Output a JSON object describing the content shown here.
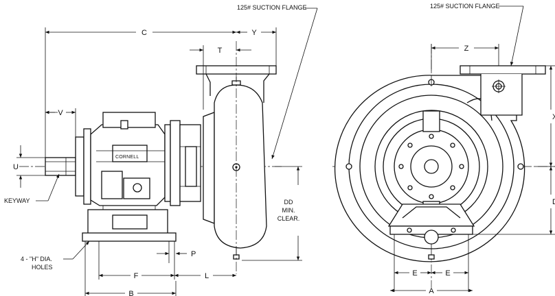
{
  "labels": {
    "suction_flange_side": "125# SUCTION FLANGE",
    "suction_flange_front": "125# SUCTION FLANGE",
    "c": "C",
    "y": "Y",
    "t": "T",
    "v": "V",
    "u": "U",
    "keyway": "KEYWAY",
    "holes_line1": "4 - \"H\" DIA.",
    "holes_line2": "HOLES",
    "f": "F",
    "b": "B",
    "l": "L",
    "p": "P",
    "dd_line1": "DD",
    "dd_line2": "MIN.",
    "dd_line3": "CLEAR.",
    "z": "Z",
    "x": "X",
    "d": "D",
    "e_left": "E",
    "e_right": "E",
    "a": "A",
    "brand": "CORNELL"
  }
}
